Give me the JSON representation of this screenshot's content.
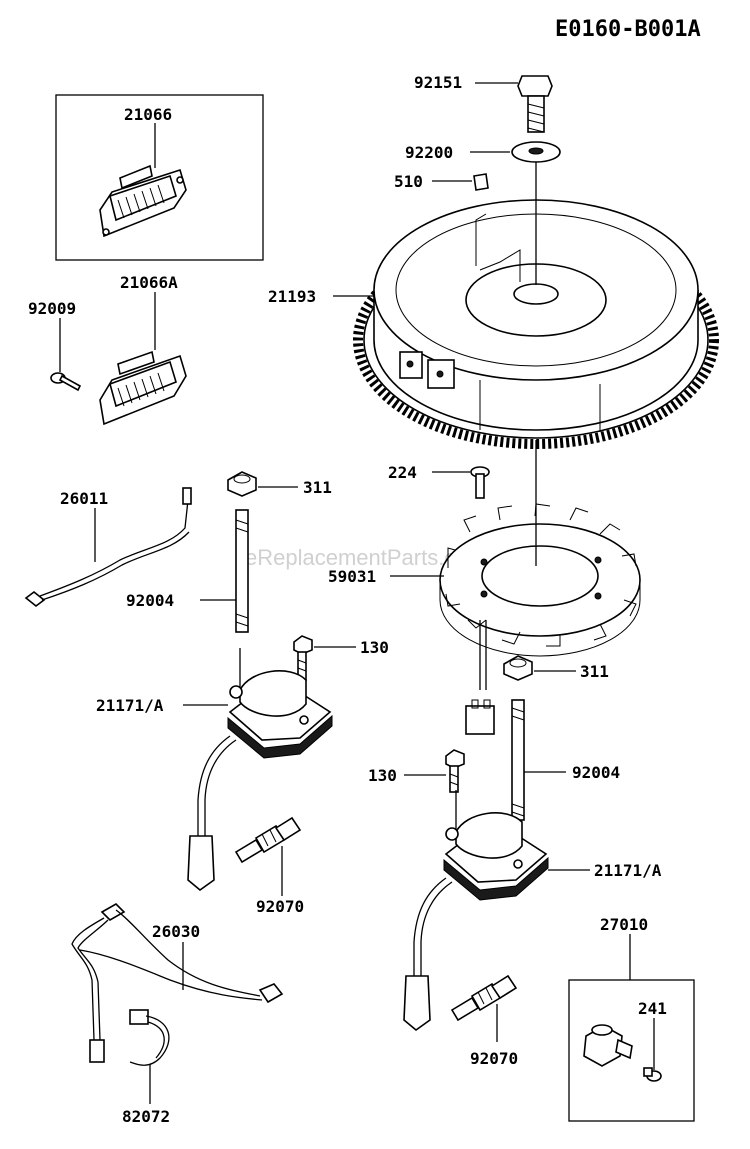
{
  "reference_code": "E0160-B001A",
  "watermark": "eReplacementParts.com",
  "labels": {
    "p92151": "92151",
    "p92200": "92200",
    "p510": "510",
    "p21066": "21066",
    "p21066A": "21066A",
    "p92009": "92009",
    "p21193": "21193",
    "p311a": "311",
    "p26011": "26011",
    "p224": "224",
    "p59031": "59031",
    "p92004a": "92004",
    "p130a": "130",
    "p311b": "311",
    "p21171a": "21171/A",
    "p130b": "130",
    "p92004b": "92004",
    "p21171b": "21171/A",
    "p92070a": "92070",
    "p26030": "26030",
    "p27010": "27010",
    "p241": "241",
    "p92070b": "92070",
    "p82072": "82072"
  }
}
